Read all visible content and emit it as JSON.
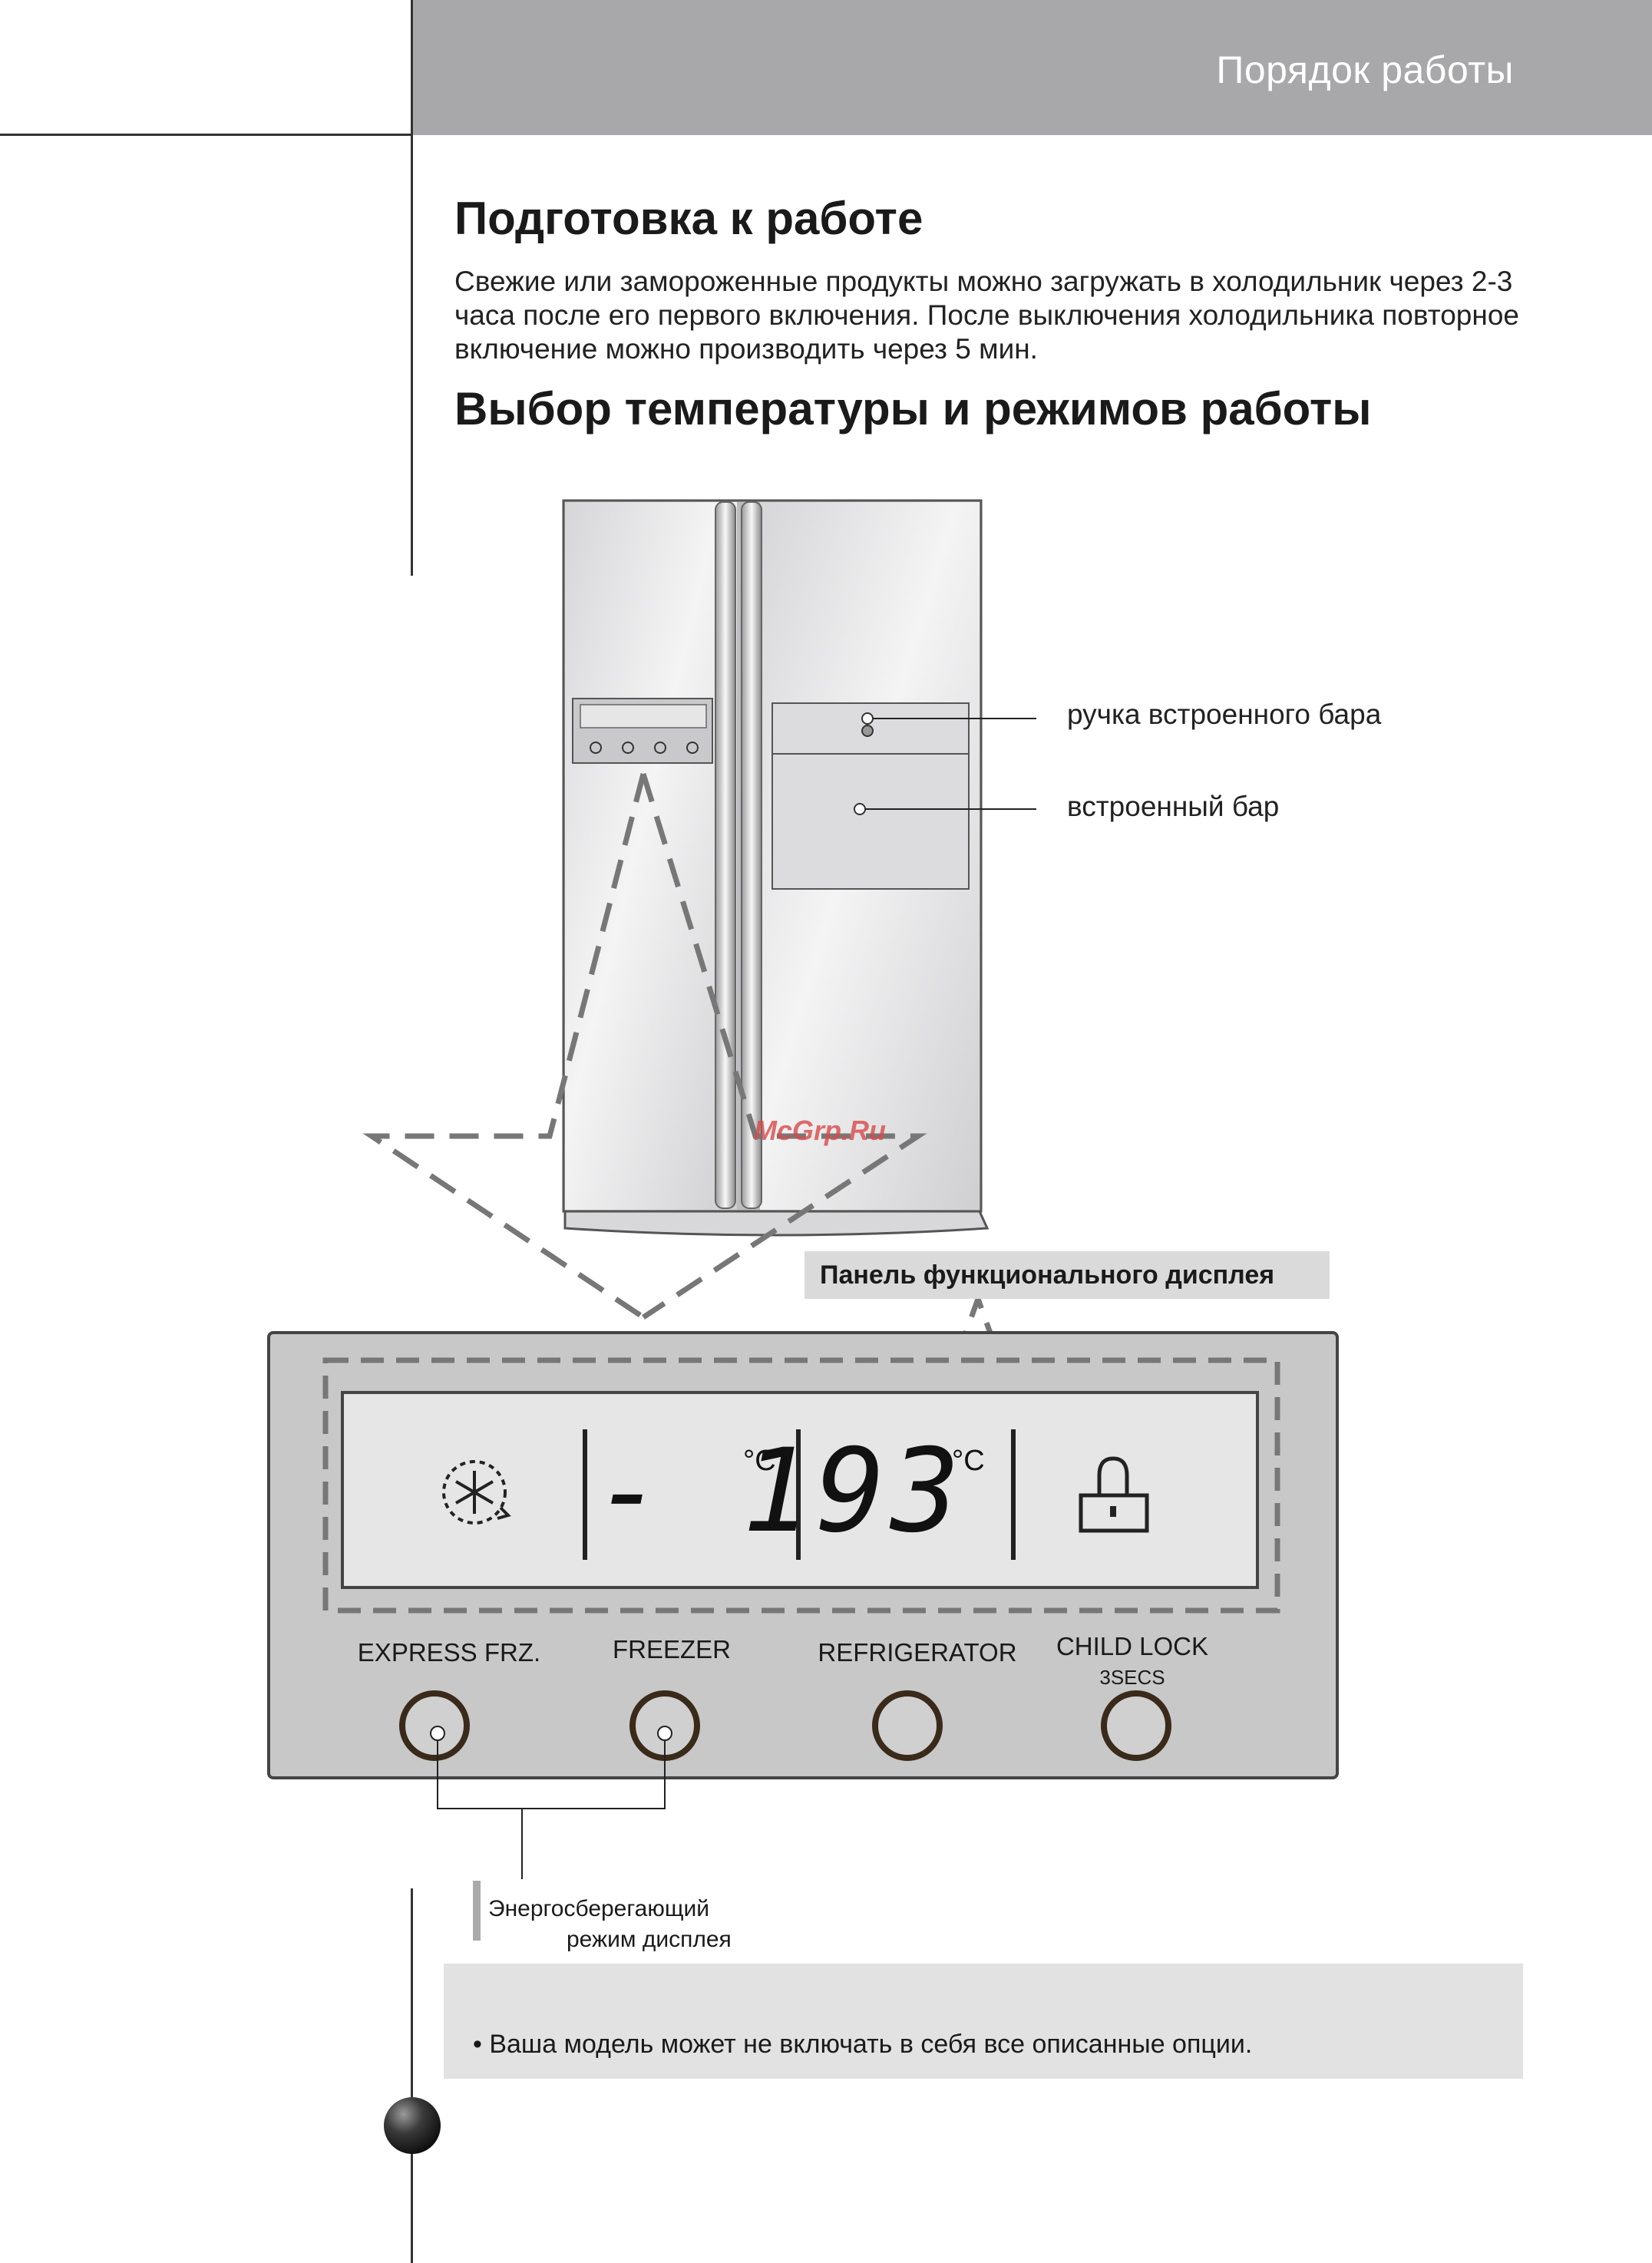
{
  "header": {
    "section_title": "Порядок работы"
  },
  "preparation": {
    "heading": "Подготовка к работе",
    "text": "Свежие или замороженные продукты можно загружать в холодильник через 2-3 часа после его первого включения. После выключения холодильника повторное включение можно производить через 5 мин."
  },
  "temperature": {
    "heading": "Выбор температуры и режимов работы"
  },
  "fridge_labels": {
    "bar_handle": "ручка встроенного бара",
    "bar": "встроенный бар"
  },
  "watermark": "McGrp.Ru",
  "panel": {
    "caption": "Панель функционального дисплея",
    "freezer_temp": "- 19",
    "freezer_unit": "°C",
    "fridge_temp": "3",
    "fridge_unit": "°C",
    "buttons": {
      "express": "EXPRESS FRZ.",
      "freezer": "FREEZER",
      "refrigerator": "REFRIGERATOR",
      "child_lock": "CHILD LOCK",
      "child_lock_sub": "3SECS"
    },
    "icons": [
      "snowflake-icon",
      "lock-icon"
    ]
  },
  "energy_saving": {
    "line1": "Энергосберегающий",
    "line2": "режим дисплея"
  },
  "note": "• Ваша модель может не включать в себя все описанные опции.",
  "colors": {
    "header_band": "#a8a8aa",
    "panel_fill": "#c8c8c9",
    "display_fill": "#e6e6e7",
    "note_box": "#e2e2e3"
  }
}
